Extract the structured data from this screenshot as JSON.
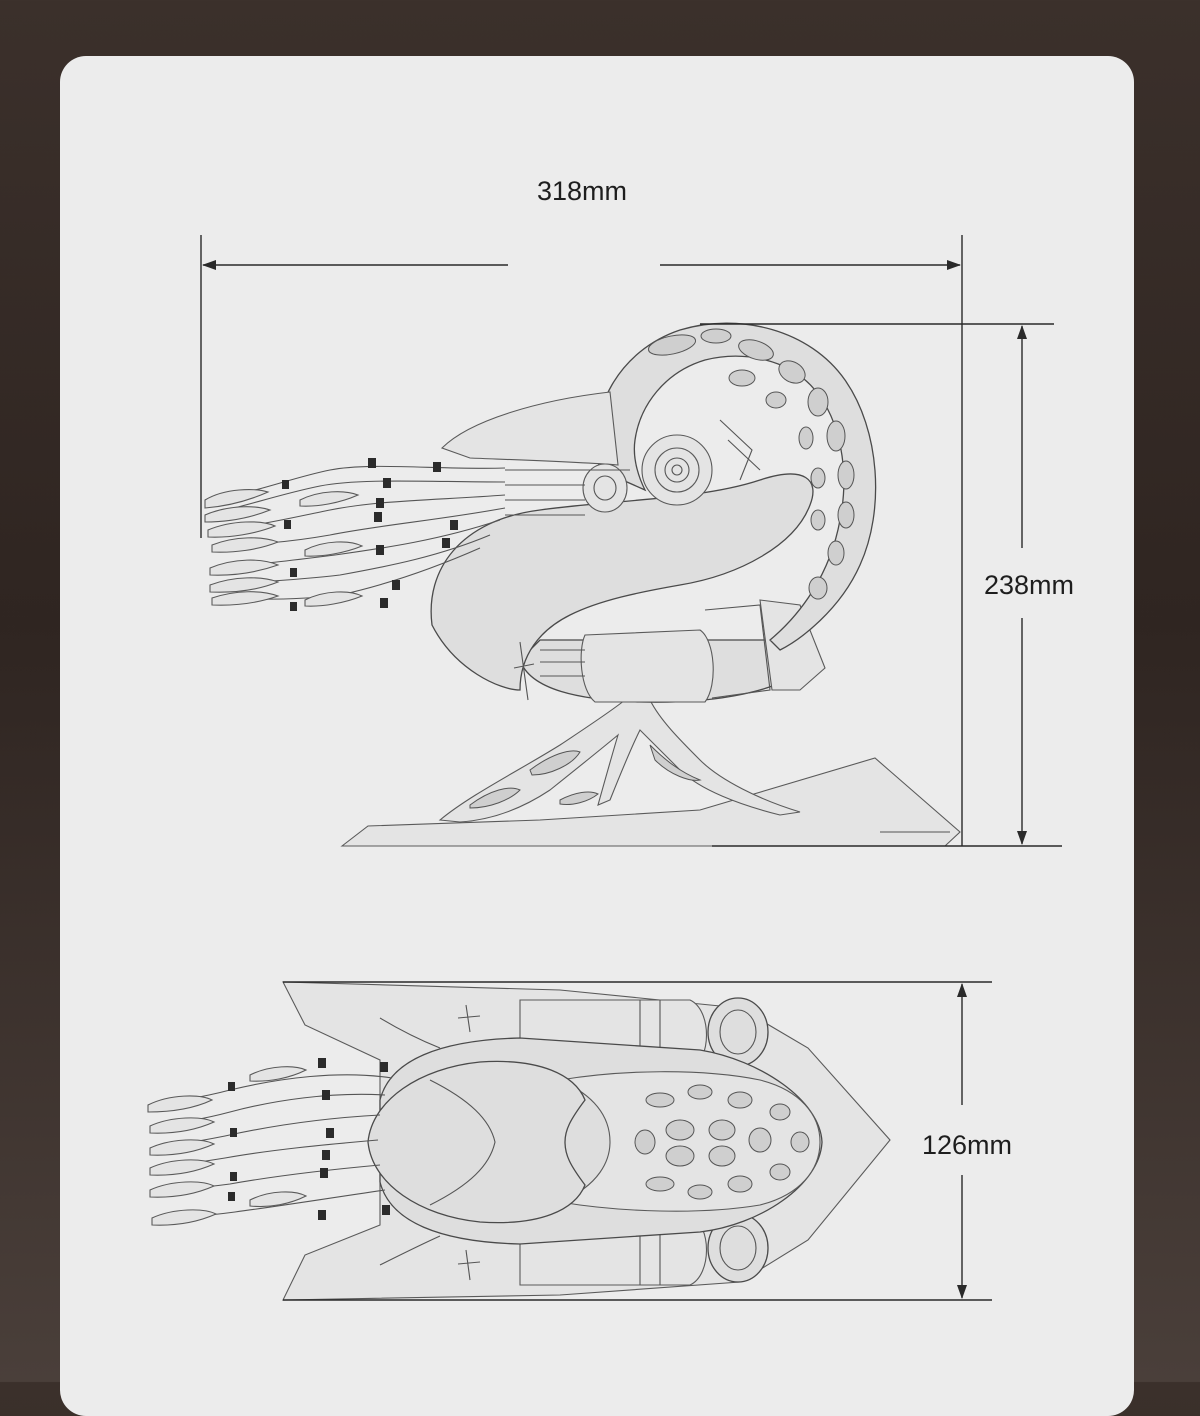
{
  "dimensions": {
    "width_label": "318mm",
    "height_label": "238mm",
    "depth_label": "126mm"
  },
  "colors": {
    "background": "#342a26",
    "card": "#ececec",
    "line": "#2a2a2a"
  }
}
